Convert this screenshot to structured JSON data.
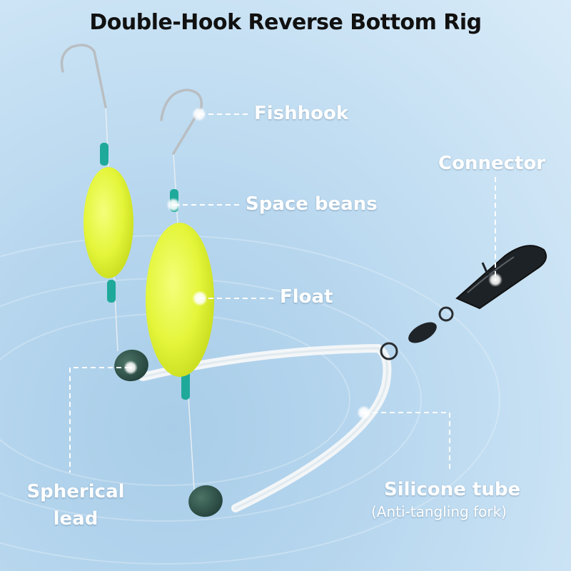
{
  "title": "Double-Hook Reverse Bottom Rig",
  "labels": {
    "fishhook": "Fishhook",
    "connector": "Connector",
    "space_beans": "Space beans",
    "float": "Float",
    "spherical_lead_line1": "Spherical",
    "spherical_lead_line2": "lead",
    "silicone_tube": "Silicone tube",
    "silicone_tube_note": "(Anti-tangling fork)"
  },
  "colors": {
    "float": "#e4f53a",
    "bead": "#1fa99a",
    "lead": "#2f5247",
    "tube": "#f3f6f8",
    "hook": "#b9bec2",
    "label": "#ffffff",
    "title": "#111111"
  }
}
